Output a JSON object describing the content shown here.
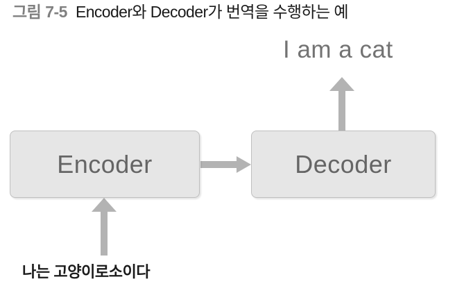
{
  "figure": {
    "caption_number": "그림 7-5",
    "caption_title": "Encoder와 Decoder가 번역을 수행하는 예",
    "caption_number_color": "#808080",
    "caption_title_color": "#1a1a1a"
  },
  "diagram": {
    "type": "flow-diagram",
    "background": "#ffffff",
    "box_fill": "#e6e6e6",
    "box_border": "#bfbfbf",
    "box_label_color": "#656565",
    "arrow_color": "#b3b3b3",
    "nodes": [
      {
        "id": "encoder",
        "label": "Encoder"
      },
      {
        "id": "decoder",
        "label": "Decoder"
      }
    ],
    "texts": {
      "input_sentence": "나는 고양이로소이다",
      "output_sentence": "I am a cat"
    },
    "edges": [
      {
        "id": "input-to-encoder",
        "from": "나는 고양이로소이다",
        "to": "Encoder",
        "direction": "up"
      },
      {
        "id": "encoder-to-decoder",
        "from": "Encoder",
        "to": "Decoder",
        "direction": "right"
      },
      {
        "id": "decoder-to-output",
        "from": "Decoder",
        "to": "I am a cat",
        "direction": "up"
      }
    ]
  }
}
